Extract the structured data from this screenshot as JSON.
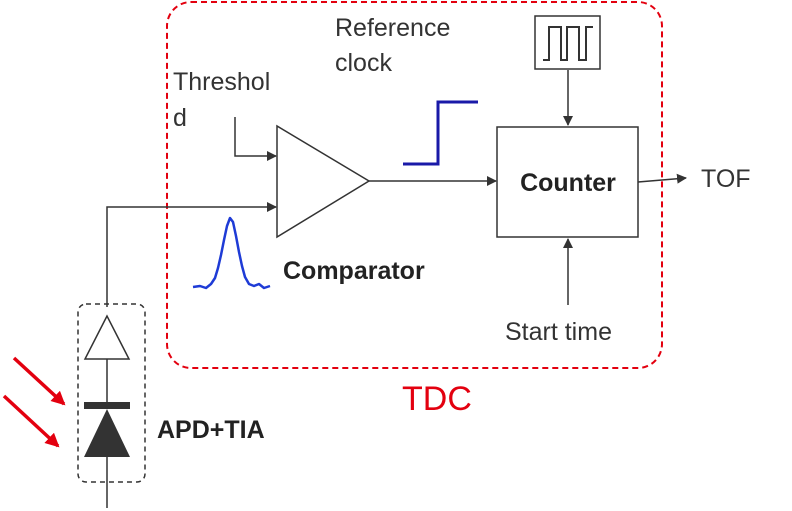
{
  "labels": {
    "reference_clock_line1": "Reference",
    "reference_clock_line2": "clock",
    "threshold_line1": "Threshol",
    "threshold_line2": "d",
    "counter": "Counter",
    "tof": "TOF",
    "comparator": "Comparator",
    "start_time": "Start time",
    "tdc": "TDC",
    "apd_tia": "APD+TIA"
  },
  "colors": {
    "tdc_boundary": "#e3000f",
    "signal_step": "#1a1aa8",
    "pulse": "#1e3bd6",
    "light_arrows": "#e3000f",
    "lines": "#333333"
  },
  "icons": {
    "clock": "square-wave-icon",
    "comparator": "triangle-amplifier-icon",
    "tia": "buffer-triangle-icon",
    "apd": "photodiode-icon"
  }
}
